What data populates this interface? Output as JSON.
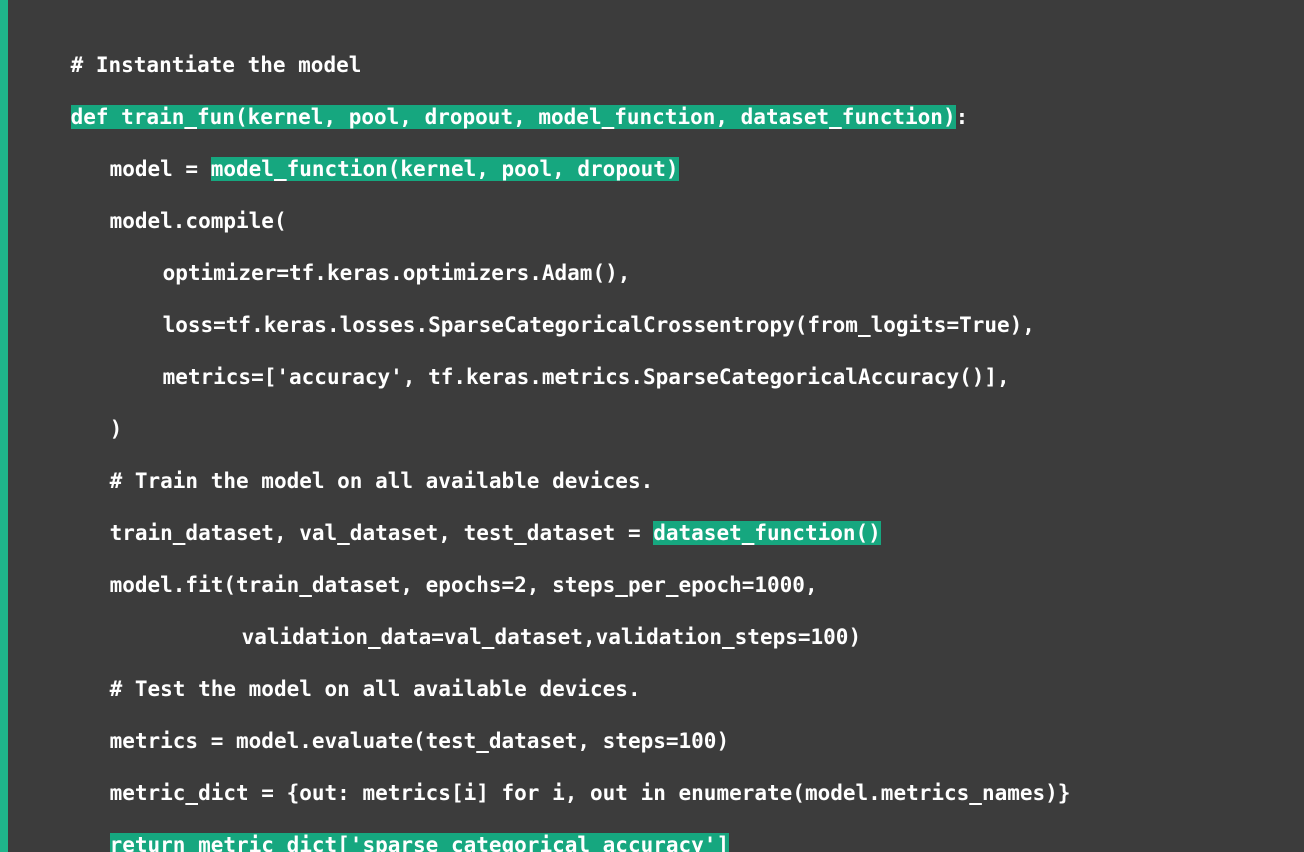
{
  "colors": {
    "background": "#3c3c3c",
    "accent_bar": "#1fb58a",
    "highlight": "#16a77f",
    "text": "#ffffff"
  },
  "code": {
    "line1": {
      "text": "# Instantiate the model"
    },
    "line2": {
      "hl": "def train_fun(kernel, pool, dropout, model_function, dataset_function)",
      "after": ":"
    },
    "line3": {
      "before": "model = ",
      "hl": "model_function(kernel, pool, dropout)"
    },
    "line4": {
      "text": "model.compile("
    },
    "line5": {
      "text": "optimizer=tf.keras.optimizers.Adam(),"
    },
    "line6": {
      "text": "loss=tf.keras.losses.SparseCategoricalCrossentropy(from_logits=True),"
    },
    "line7": {
      "text": "metrics=['accuracy', tf.keras.metrics.SparseCategoricalAccuracy()],"
    },
    "line8": {
      "text": ")"
    },
    "line9": {
      "text": "# Train the model on all available devices."
    },
    "line10": {
      "before": "train_dataset, val_dataset, test_dataset = ",
      "hl": "dataset_function()"
    },
    "line11": {
      "text": "model.fit(train_dataset, epochs=2, steps_per_epoch=1000,"
    },
    "line12": {
      "text": "validation_data=val_dataset,validation_steps=100)"
    },
    "line13": {
      "text": "# Test the model on all available devices."
    },
    "line14": {
      "text": "metrics = model.evaluate(test_dataset, steps=100)"
    },
    "line15": {
      "text": "metric_dict = {out: metrics[i] for i, out in enumerate(model.metrics_names)}"
    },
    "line16": {
      "hl": "return metric_dict['sparse_categorical_accuracy']"
    }
  }
}
